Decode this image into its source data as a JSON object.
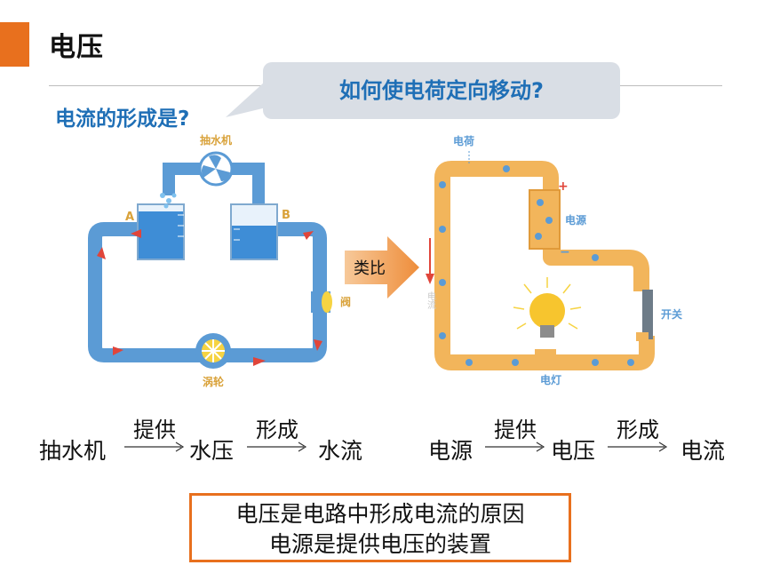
{
  "title": "电压",
  "bubble_text": "如何使电荷定向移动?",
  "question": "电流的形成是?",
  "water_diagram": {
    "pump_label": "抽水机",
    "label_a": "A",
    "label_b": "B",
    "valve_label": "阀",
    "turbine_label": "涡轮"
  },
  "analogy_label": "类比",
  "circuit_diagram": {
    "charge_label": "电荷",
    "current_label": "电流",
    "source_label": "电源",
    "plus": "+",
    "minus": "−",
    "switch_label": "开关",
    "lamp_label": "电灯"
  },
  "water_chain": {
    "a": "抽水机",
    "arrow1": "提供",
    "b": "水压",
    "arrow2": "形成",
    "c": "水流"
  },
  "electric_chain": {
    "a": "电源",
    "arrow1": "提供",
    "b": "电压",
    "arrow2": "形成",
    "c": "电流"
  },
  "conclusion": {
    "line1": "电压是电路中形成电流的原因",
    "line2": "电源是提供电压的装置"
  },
  "colors": {
    "accent": "#E8701E",
    "heading_blue": "#1F6FB6",
    "bubble_bg": "#D9DEE5",
    "water_pipe": "#5B9BD5",
    "circuit_pipe": "#F2B55B",
    "flow_arrow": "#E0453A"
  }
}
